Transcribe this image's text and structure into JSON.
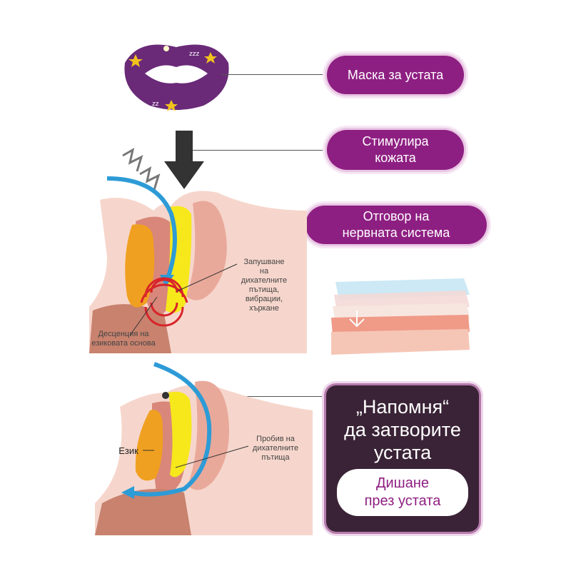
{
  "labels": {
    "mask": "Маска за устата",
    "stimulates_line1": "Стимулира",
    "stimulates_line2": "кожата",
    "response_line1": "Отговор на",
    "response_line2": "нервната система"
  },
  "top_diagram": {
    "obstruction": [
      "Запушване",
      "на",
      "дихателните",
      "пътища,",
      "вибрации,",
      "хъркане"
    ],
    "descent": [
      "Десценция на",
      "езиковата основа"
    ]
  },
  "bottom_diagram": {
    "tongue": "Език",
    "breakthrough": [
      "Пробив на",
      "дихателните",
      "пътища"
    ]
  },
  "reminder_box": {
    "line1": "„Напомня“",
    "line2": "да затворите",
    "line3": "устата",
    "button_line1": "Дишане",
    "button_line2": "през устата"
  },
  "colors": {
    "accent_purple": "#8e1f82",
    "dark_box": "#3a2336",
    "arrow_blue": "#2d9bd6",
    "tongue_orange": "#f0a020",
    "airway_yellow": "#f7e81c"
  }
}
